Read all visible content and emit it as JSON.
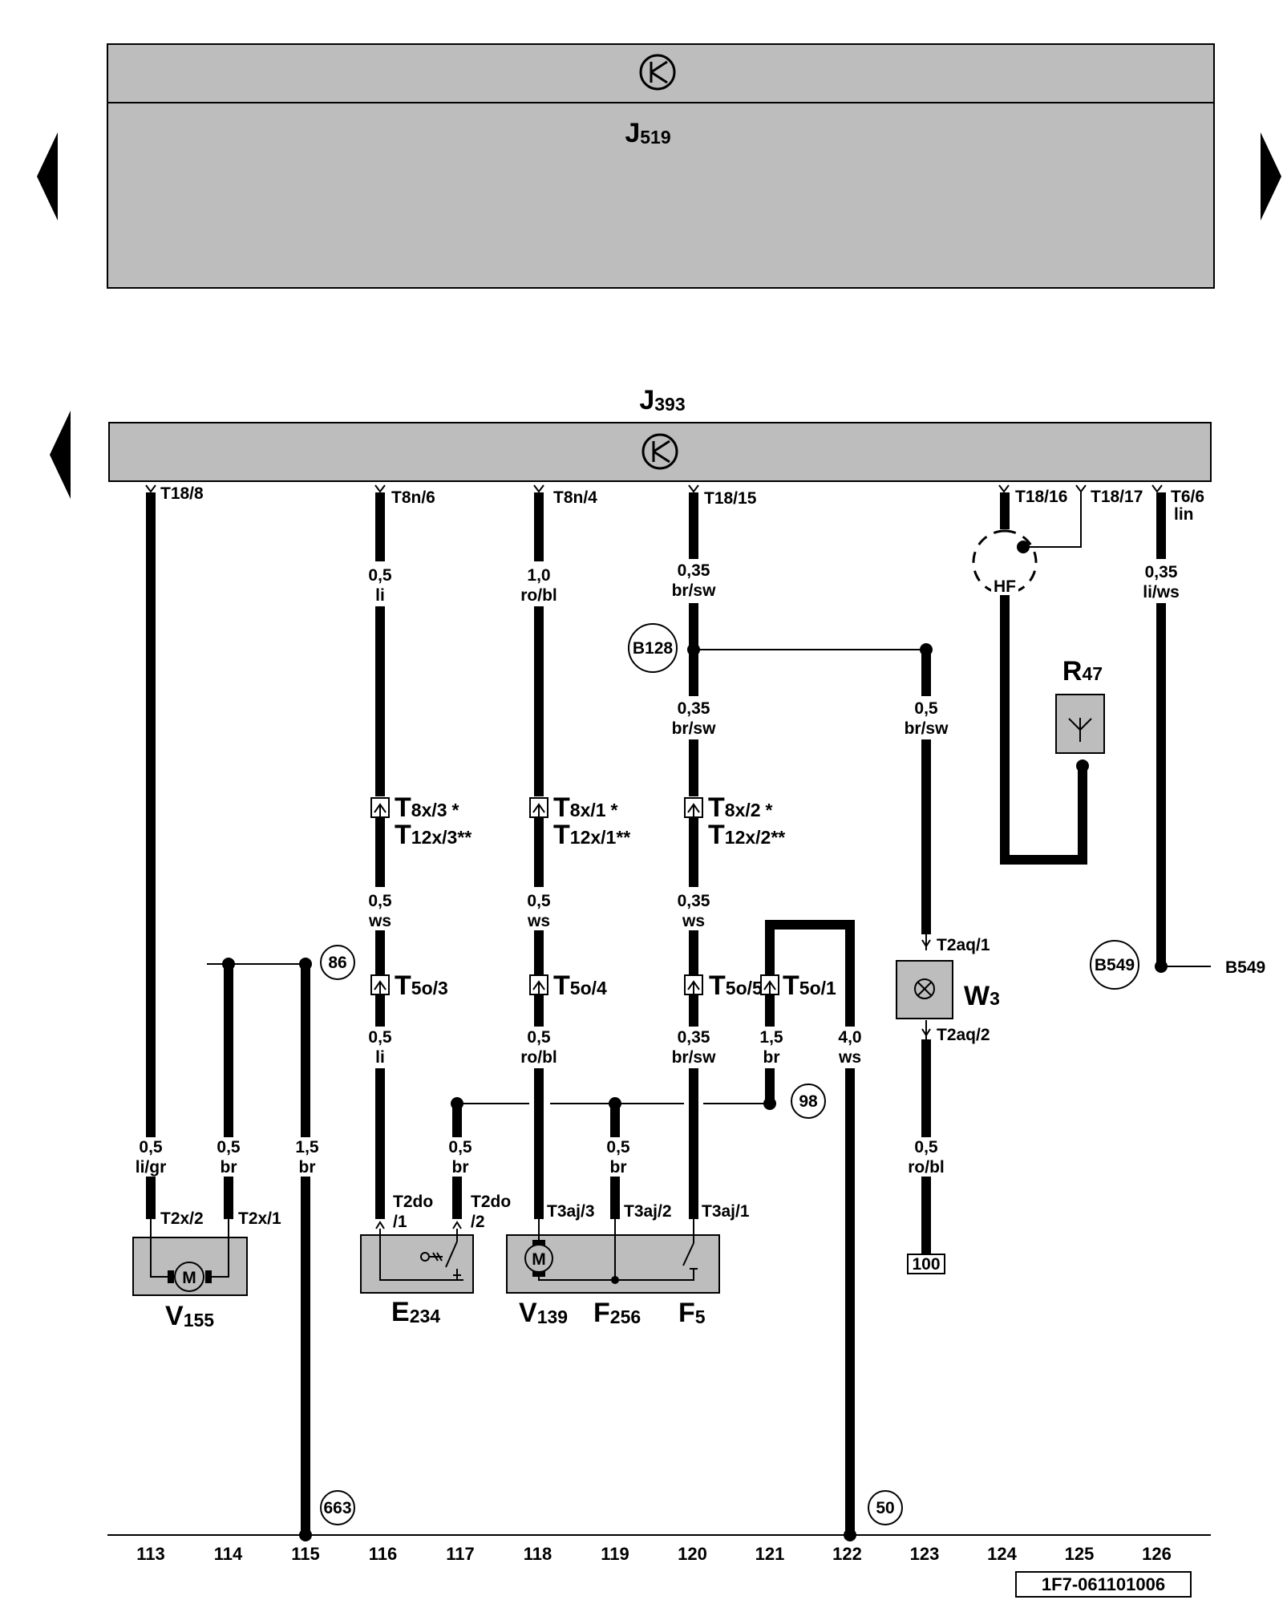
{
  "modules": {
    "j519": {
      "letter": "J",
      "num": "519"
    },
    "j393": {
      "letter": "J",
      "num": "393"
    }
  },
  "pins": {
    "t18_8": "T18/8",
    "t8n_6": "T8n/6",
    "t8n_4": "T8n/4",
    "t18_15": "T18/15",
    "t18_16": "T18/16",
    "t18_17": "T18/17",
    "t6_6": "T6/6",
    "t6_6_sub": "lin"
  },
  "hf": "HF",
  "wires": {
    "w116a": {
      "size": "0,5",
      "color": "li"
    },
    "w118a": {
      "size": "1,0",
      "color": "ro/bl"
    },
    "w120a": {
      "size": "0,35",
      "color": "br/sw"
    },
    "w120b": {
      "size": "0,35",
      "color": "br/sw"
    },
    "w123a": {
      "size": "0,5",
      "color": "br/sw"
    },
    "w126a": {
      "size": "0,35",
      "color": "li/ws"
    },
    "w116b": {
      "size": "0,5",
      "color": "ws"
    },
    "w118b": {
      "size": "0,5",
      "color": "ws"
    },
    "w120c": {
      "size": "0,35",
      "color": "ws"
    },
    "w116c": {
      "size": "0,5",
      "color": "li"
    },
    "w118c": {
      "size": "0,5",
      "color": "ro/bl"
    },
    "w120d": {
      "size": "0,35",
      "color": "br/sw"
    },
    "w121": {
      "size": "1,5",
      "color": "br"
    },
    "w122": {
      "size": "4,0",
      "color": "ws"
    },
    "w113": {
      "size": "0,5",
      "color": "li/gr"
    },
    "w114": {
      "size": "0,5",
      "color": "br"
    },
    "w115": {
      "size": "1,5",
      "color": "br"
    },
    "w117": {
      "size": "0,5",
      "color": "br"
    },
    "w119": {
      "size": "0,5",
      "color": "br"
    },
    "w123b": {
      "size": "0,5",
      "color": "ro/bl"
    }
  },
  "connectors": {
    "t8x3": {
      "letter": "T",
      "sub": "8x/3",
      "mark": "*"
    },
    "t12x3": {
      "letter": "T",
      "sub": "12x/3",
      "mark": "**"
    },
    "t8x1": {
      "letter": "T",
      "sub": "8x/1",
      "mark": "*"
    },
    "t12x1": {
      "letter": "T",
      "sub": "12x/1",
      "mark": "**"
    },
    "t8x2": {
      "letter": "T",
      "sub": "8x/2",
      "mark": "*"
    },
    "t12x2": {
      "letter": "T",
      "sub": "12x/2",
      "mark": "**"
    },
    "t5o3": {
      "letter": "T",
      "sub": "5o/3"
    },
    "t5o4": {
      "letter": "T",
      "sub": "5o/4"
    },
    "t5o5": {
      "letter": "T",
      "sub": "5o/5"
    },
    "t5o1": {
      "letter": "T",
      "sub": "5o/1"
    }
  },
  "small_pins": {
    "t2aq1": "T2aq/1",
    "t2aq2": "T2aq/2",
    "t2x2": "T2x/2",
    "t2x1": "T2x/1",
    "t2do1a": "T2do",
    "t2do1b": "/1",
    "t2do2a": "T2do",
    "t2do2b": "/2",
    "t3aj3": "T3aj/3",
    "t3aj2": "T3aj/2",
    "t3aj1": "T3aj/1"
  },
  "ground_points": {
    "b128": "B128",
    "b549": "B549",
    "b549_text": "B549"
  },
  "refs": {
    "r86": "86",
    "r98": "98",
    "r663": "663",
    "r50": "50",
    "r100": "100"
  },
  "components": {
    "r47": {
      "letter": "R",
      "num": "47"
    },
    "w3": {
      "letter": "W",
      "num": "3"
    },
    "v155": {
      "letter": "V",
      "num": "155"
    },
    "e234": {
      "letter": "E",
      "num": "234"
    },
    "v139": {
      "letter": "V",
      "num": "139"
    },
    "f256": {
      "letter": "F",
      "num": "256"
    },
    "f5": {
      "letter": "F",
      "num": "5"
    },
    "motor_symbol": "M"
  },
  "columns": [
    "113",
    "114",
    "115",
    "116",
    "117",
    "118",
    "119",
    "120",
    "121",
    "122",
    "123",
    "124",
    "125",
    "126"
  ],
  "footer": {
    "code": "1F7-061101006"
  }
}
